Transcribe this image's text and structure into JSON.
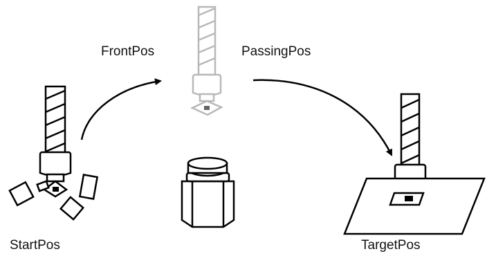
{
  "labels": {
    "start": "StartPos",
    "front": "FrontPos",
    "passing": "PassingPos",
    "target": "TargetPos"
  },
  "colors": {
    "ink": "#000000",
    "faded": "#b8b8b8",
    "background": "#ffffff"
  }
}
